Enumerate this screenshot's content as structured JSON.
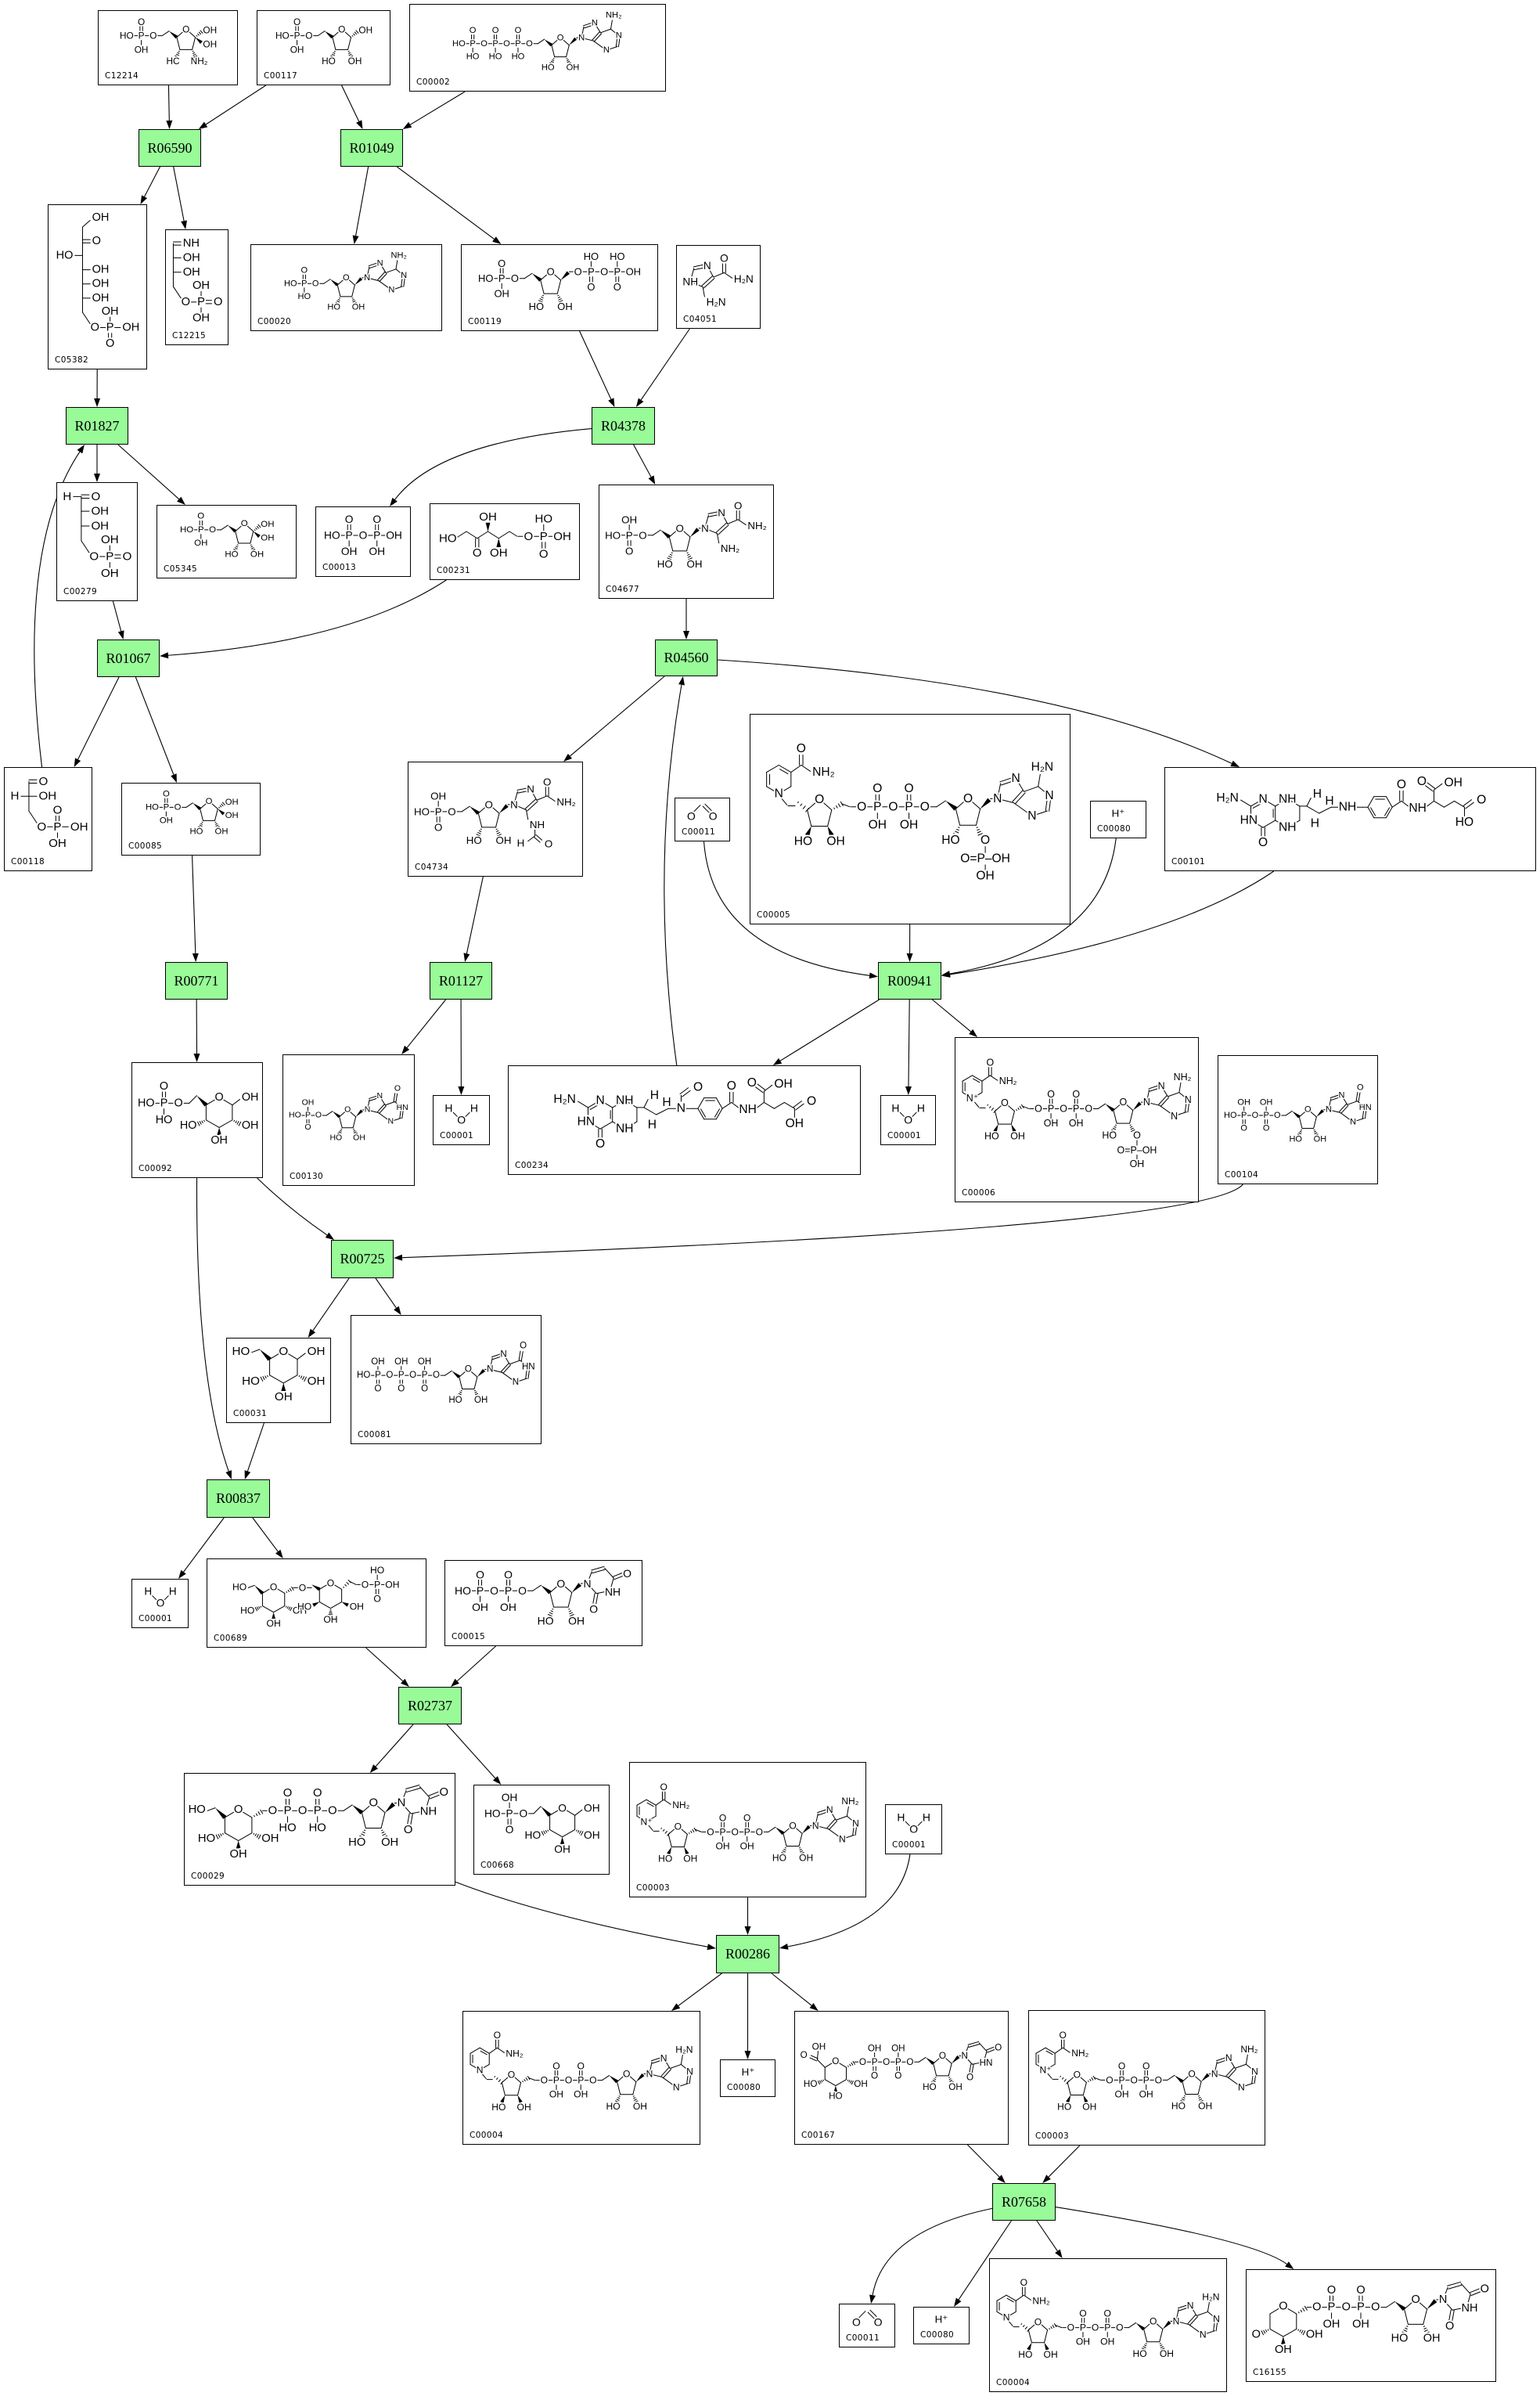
{
  "colors": {
    "reaction_fill": "#98fb98",
    "border": "#000000",
    "background": "#ffffff",
    "edge": "#000000"
  },
  "nodes": [
    {
      "type": "compound",
      "id": "C12214",
      "structure": [
        "phos:O|HO|P|O|OH",
        "fur:O|OH|OH|HC|NH₂"
      ]
    },
    {
      "type": "compound",
      "id": "C00117",
      "structure": [
        "phos:O|HO|P|O|OH",
        "fur:O|OH||HO|OH"
      ]
    },
    {
      "type": "compound",
      "id": "C00002",
      "structure": [
        "phos:O|HO|P|O|HO",
        "phos:O||P|O|HO",
        "phos:O||P|O|HO",
        "fur:O|*||HO|OH",
        "pur:NH₂|N|N|N|N"
      ]
    },
    {
      "type": "reaction",
      "id": "R06590"
    },
    {
      "type": "reaction",
      "id": "R01049"
    },
    {
      "type": "compound",
      "id": "C05382",
      "structure": [
        "vchain:T:OH;RD:O;L:HO;R:OH;R:OH;R:OH;;P:O|P|OH|OH|O"
      ]
    },
    {
      "type": "compound",
      "id": "C12215",
      "structure": [
        "vchain:RD:NH;R:OH;R:OH;;P:O|P|O|OH|OH"
      ]
    },
    {
      "type": "compound",
      "id": "C00020",
      "structure": [
        "phos:O|HO|P|O|HO",
        "fur:O|*||HO|OH",
        "pur:NH₂|N|N|N|N"
      ]
    },
    {
      "type": "compound",
      "id": "C00119",
      "structure": [
        "phos:O|HO|P|O|OH",
        "fur:O|*||HO|OH",
        "phos:HO|O|P|O|O",
        "phos:HO||P|OH|O"
      ]
    },
    {
      "type": "compound",
      "id": "C04051",
      "structure": [
        "imid:NH|N|O|H₂N|H₂N"
      ]
    },
    {
      "type": "reaction",
      "id": "R01827"
    },
    {
      "type": "reaction",
      "id": "R04378"
    },
    {
      "type": "compound",
      "id": "C00279",
      "structure": [
        "vchain:L:H,RD:O;R:OH;R:OH;;P:O|P|O|OH|OH"
      ]
    },
    {
      "type": "compound",
      "id": "C05345",
      "structure": [
        "phos:O|HO|P|O|OH",
        "fur:O|OH|OH|HO|OH"
      ]
    },
    {
      "type": "compound",
      "id": "C00013",
      "structure": [
        "phos:O|HO|P|O|OH",
        "phos:O||P|OH|OH"
      ]
    },
    {
      "type": "compound",
      "id": "C00231",
      "structure": [
        "zig:HO||DD:O|U:OH|D:OH|",
        "phos:HO|O|P|OH|O"
      ]
    },
    {
      "type": "compound",
      "id": "C04677",
      "structure": [
        "phos:OH|HO|P|O|O",
        "fur:O|*||HO|OH",
        "imid:N|N|O|NH₂|NH₂"
      ]
    },
    {
      "type": "reaction",
      "id": "R01067"
    },
    {
      "type": "reaction",
      "id": "R04560"
    },
    {
      "type": "compound",
      "id": "C00118",
      "structure": [
        "vchain:RD:O;L:H,R:OH;;P:O|P|OH|O|OH"
      ]
    },
    {
      "type": "compound",
      "id": "C00085",
      "structure": [
        "phos:O|HO|P|O|OH",
        "fur:O|OH|OH|HO|OH"
      ]
    },
    {
      "type": "compound",
      "id": "C04734",
      "structure": [
        "phos:OH|HO|P|O|O",
        "fur:O|*||HO|OH",
        "imid:N|N|O|NH₂|NH/H/O"
      ]
    },
    {
      "type": "compound",
      "id": "C00011",
      "structure": [
        "co2:O|O"
      ]
    },
    {
      "type": "compound",
      "id": "C00005",
      "structure": [
        "nic:N|O|NH₂",
        "furL:O|HO|OH",
        "phos:O|O|P|O|OH",
        "phos:O||P|O|OH",
        "fur:O|*||HO|O|O=P–OH/OH",
        "pur:H₂N|N|N|N|N"
      ]
    },
    {
      "type": "compound",
      "id": "C00080",
      "structure": [
        "ion:H⁺"
      ]
    },
    {
      "type": "compound",
      "id": "C00101",
      "structure": [
        "pter:H₂N|N|HN|O|NH|NH",
        "ch:H|H|H",
        "nl:NH|",
        "pabg:O|NH|O|OH|O|HO"
      ]
    },
    {
      "type": "reaction",
      "id": "R00771"
    },
    {
      "type": "reaction",
      "id": "R01127"
    },
    {
      "type": "reaction",
      "id": "R00941"
    },
    {
      "type": "compound",
      "id": "C00092",
      "structure": [
        "phos:O|HO|P|O|HO",
        "pyr:O|OH|OH|OH|HO|*"
      ]
    },
    {
      "type": "compound",
      "id": "C00130",
      "structure": [
        "phos:OH|HO|P|O|O",
        "fur:O|*||HO|OH",
        "pur:O|HN|N|N|N"
      ]
    },
    {
      "type": "compound",
      "id": "C00001",
      "structure": [
        "water:H|O|H"
      ]
    },
    {
      "type": "compound",
      "id": "C00234",
      "structure": [
        "pter:H₂N|N|HN|O|NH|NH",
        "ch:H|H|H",
        "nl:N|O",
        "pabg:O|NH|O|OH|O|OH"
      ]
    },
    {
      "type": "compound",
      "id": "C00001",
      "structure": [
        "water:H|O|H"
      ]
    },
    {
      "type": "compound",
      "id": "C00006",
      "structure": [
        "nic:N⁺|O|NH₂",
        "furL:O|HO|OH",
        "phos:O|O|P|O|OH",
        "phos:O||P|O|OH",
        "fur:O|*||HO|O|O=P–OH/OH",
        "pur:NH₂|N|N|N|N"
      ]
    },
    {
      "type": "compound",
      "id": "C00104",
      "structure": [
        "phos:OH|HO|P|O|O",
        "phos:OH||P|O|O",
        "fur:O|*||HO|OH",
        "pur:O|HN|N|N|N"
      ]
    },
    {
      "type": "reaction",
      "id": "R00725"
    },
    {
      "type": "compound",
      "id": "C00031",
      "structure": [
        "pyr:O|OH|OH|OH|HO|HO"
      ]
    },
    {
      "type": "compound",
      "id": "C00081",
      "structure": [
        "phos:OH|HO|P|O|O",
        "phos:OH||P|O|O",
        "phos:OH||P|O|O",
        "fur:O|*||HO|OH",
        "pur:O|HN|N|N|N"
      ]
    },
    {
      "type": "reaction",
      "id": "R00837"
    },
    {
      "type": "compound",
      "id": "C00001",
      "structure": [
        "water:H|O|H"
      ]
    },
    {
      "type": "compound",
      "id": "C00689",
      "structure": [
        "pyr:O|*|OH|OH|HO|HO",
        "txt:O",
        "pyrL:O|HO|OH|OH|*",
        "phos:HO|O|P|OH|O"
      ]
    },
    {
      "type": "compound",
      "id": "C00015",
      "structure": [
        "phos:O|HO|P|O|OH",
        "phos:O||P|O|OH",
        "fur:O|*||HO|OH",
        "ura:N|O|NH|O"
      ]
    },
    {
      "type": "reaction",
      "id": "R02737"
    },
    {
      "type": "compound",
      "id": "C00029",
      "structure": [
        "pyr:O|*|OH|OH|HO|HO",
        "phos:O|O|P|O|HO",
        "phos:O||P|O|HO",
        "fur:O|*||HO|OH",
        "ura:N|O|NH|O"
      ]
    },
    {
      "type": "compound",
      "id": "C00668",
      "structure": [
        "phos:OH|HO|P|O|O",
        "pyr:O|OH|OH|OH|HO|*"
      ]
    },
    {
      "type": "compound",
      "id": "C00003",
      "structure": [
        "nic:N⁺|O|NH₂",
        "furL:O|HO|OH",
        "phos:O|O|P|O|OH",
        "phos:O||P|O|OH",
        "fur:O|*||HO|OH",
        "pur:NH₂|N|N|N|N"
      ]
    },
    {
      "type": "compound",
      "id": "C00001",
      "structure": [
        "water:H|O|H"
      ]
    },
    {
      "type": "reaction",
      "id": "R00286"
    },
    {
      "type": "compound",
      "id": "C00004",
      "structure": [
        "nic:N|O|NH₂",
        "furL:O|HO|OH",
        "phos:O|O|P|O|OH",
        "phos:O||P|O|OH",
        "fur:O|*||HO|OH",
        "pur:H₂N|N|N|N|N"
      ]
    },
    {
      "type": "compound",
      "id": "C00080",
      "structure": [
        "ion:H⁺"
      ]
    },
    {
      "type": "compound",
      "id": "C00167",
      "structure": [
        "pyr:O|*|OH|HO|HO|O/OH",
        "phos:OH|O|P|O|O",
        "phos:OH||P|O|O",
        "fur:O|*||HO|OH",
        "ura:N|O|HN|O"
      ]
    },
    {
      "type": "compound",
      "id": "C00003",
      "structure": [
        "nic:N⁺|O|NH₂",
        "furL:O|HO|OH",
        "phos:O|O|P|O|OH",
        "phos:O||P|O|OH",
        "fur:O|*||HO|OH",
        "pur:NH₂|N|N|N|N"
      ]
    },
    {
      "type": "reaction",
      "id": "R07658"
    },
    {
      "type": "compound",
      "id": "C00011",
      "structure": [
        "co2:O|O"
      ]
    },
    {
      "type": "compound",
      "id": "C00080",
      "structure": [
        "ion:H⁺"
      ]
    },
    {
      "type": "compound",
      "id": "C00004",
      "structure": [
        "nic:N|O|NH₂",
        "furL:O|HO|OH",
        "phos:O|O|P|O|OH",
        "phos:O||P|O|OH",
        "fur:O|*||HO|OH",
        "pur:H₂N|N|N|N|N"
      ]
    },
    {
      "type": "compound",
      "id": "C16155",
      "structure": [
        "pyr:O|*|OH|OH|O|",
        "phos:O|O|P|O|OH",
        "phos:O||P|O|OH",
        "fur:O|*||HO|OH",
        "ura:N|O|NH|O"
      ]
    }
  ],
  "edges": [
    {
      "from": 0,
      "to": 3
    },
    {
      "from": 1,
      "to": 3
    },
    {
      "from": 1,
      "to": 4
    },
    {
      "from": 2,
      "to": 4
    },
    {
      "from": 3,
      "to": 5
    },
    {
      "from": 3,
      "to": 6
    },
    {
      "from": 4,
      "to": 7
    },
    {
      "from": 4,
      "to": 8
    },
    {
      "from": 8,
      "to": 11
    },
    {
      "from": 9,
      "to": 11
    },
    {
      "from": 11,
      "to": 14
    },
    {
      "from": 11,
      "to": 16
    },
    {
      "from": 5,
      "to": 10
    },
    {
      "from": 19,
      "to": 10
    },
    {
      "from": 10,
      "to": 12
    },
    {
      "from": 10,
      "to": 13
    },
    {
      "from": 12,
      "to": 17
    },
    {
      "from": 15,
      "to": 17
    },
    {
      "from": 17,
      "to": 19
    },
    {
      "from": 17,
      "to": 20
    },
    {
      "from": 16,
      "to": 18
    },
    {
      "from": 32,
      "to": 18
    },
    {
      "from": 18,
      "to": 21
    },
    {
      "from": 18,
      "to": 25
    },
    {
      "from": 20,
      "to": 26
    },
    {
      "from": 26,
      "to": 29
    },
    {
      "from": 21,
      "to": 27
    },
    {
      "from": 27,
      "to": 30
    },
    {
      "from": 27,
      "to": 31
    },
    {
      "from": 22,
      "to": 28
    },
    {
      "from": 23,
      "to": 28
    },
    {
      "from": 24,
      "to": 28
    },
    {
      "from": 25,
      "to": 28
    },
    {
      "from": 28,
      "to": 32
    },
    {
      "from": 28,
      "to": 33
    },
    {
      "from": 28,
      "to": 34
    },
    {
      "from": 29,
      "to": 36
    },
    {
      "from": 35,
      "to": 36
    },
    {
      "from": 36,
      "to": 37
    },
    {
      "from": 36,
      "to": 38
    },
    {
      "from": 29,
      "to": 39
    },
    {
      "from": 37,
      "to": 39
    },
    {
      "from": 39,
      "to": 40
    },
    {
      "from": 39,
      "to": 41
    },
    {
      "from": 41,
      "to": 43
    },
    {
      "from": 42,
      "to": 43
    },
    {
      "from": 43,
      "to": 44
    },
    {
      "from": 43,
      "to": 45
    },
    {
      "from": 44,
      "to": 48
    },
    {
      "from": 46,
      "to": 48
    },
    {
      "from": 47,
      "to": 48
    },
    {
      "from": 48,
      "to": 49
    },
    {
      "from": 48,
      "to": 50
    },
    {
      "from": 48,
      "to": 51
    },
    {
      "from": 51,
      "to": 53
    },
    {
      "from": 52,
      "to": 53
    },
    {
      "from": 53,
      "to": 54
    },
    {
      "from": 53,
      "to": 55
    },
    {
      "from": 53,
      "to": 56
    },
    {
      "from": 53,
      "to": 57
    }
  ]
}
